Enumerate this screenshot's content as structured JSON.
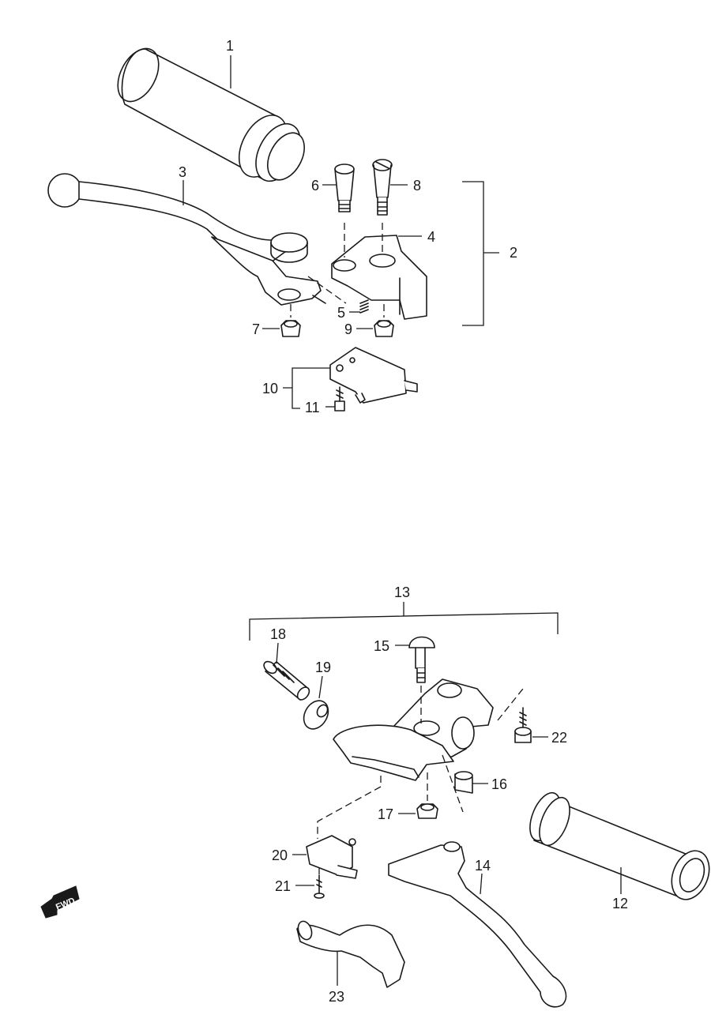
{
  "callouts": {
    "c1": "1",
    "c2": "2",
    "c3": "3",
    "c4": "4",
    "c5": "5",
    "c6": "6",
    "c7": "7",
    "c8": "8",
    "c9": "9",
    "c10": "10",
    "c11": "11",
    "c12": "12",
    "c13": "13",
    "c14": "14",
    "c15": "15",
    "c16": "16",
    "c17": "17",
    "c18": "18",
    "c19": "19",
    "c20": "20",
    "c21": "21",
    "c22": "22",
    "c23": "23"
  },
  "direction_badge": "FWD",
  "colors": {
    "line": "#1a1a1a",
    "background": "#ffffff"
  }
}
